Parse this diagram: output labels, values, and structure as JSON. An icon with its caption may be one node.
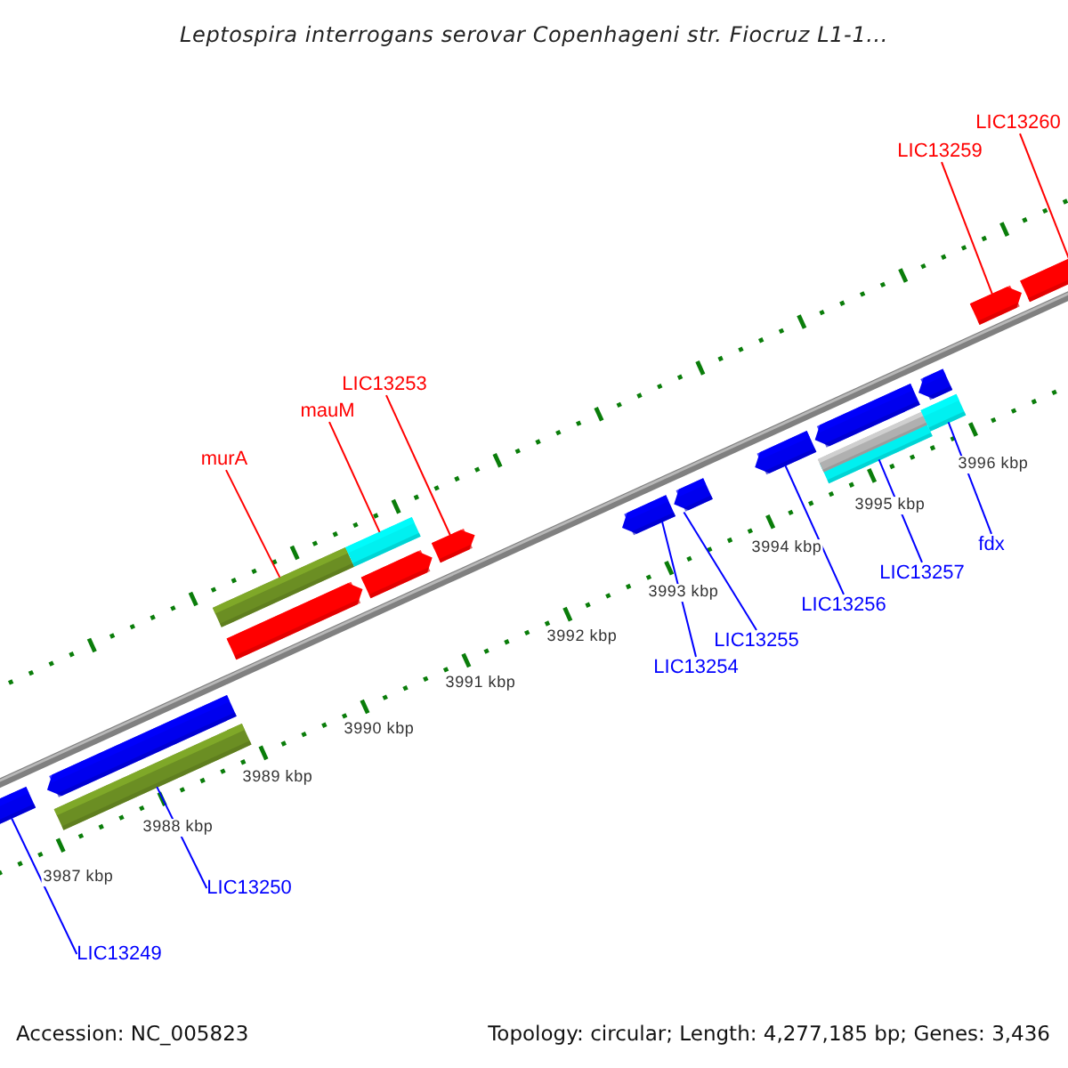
{
  "diagram": {
    "title": "Leptospira interrogans serovar Copenhageni str. Fiocruz L1-1...",
    "nodes": [
      {
        "text": [
          "LIC13260"
        ]
      },
      {
        "text": [
          "LIC13259"
        ]
      },
      {
        "text": [
          "LIC13253"
        ]
      },
      {
        "text": [
          "mauM"
        ]
      },
      {
        "text": [
          "murA"
        ]
      },
      {
        "text": [
          "fdx"
        ]
      },
      {
        "text": [
          "LIC13257"
        ]
      },
      {
        "text": [
          "LIC13256"
        ]
      },
      {
        "text": [
          "LIC13255"
        ]
      },
      {
        "text": [
          "LIC13254"
        ]
      },
      {
        "text": [
          "LIC13250"
        ]
      },
      {
        "text": [
          "LIC13249"
        ]
      },
      {
        "text": [],
        "shape": "bar"
      },
      {
        "text": [],
        "shape": "bar"
      },
      {
        "text": [],
        "shape": "bar"
      },
      {
        "text": [],
        "shape": "bar"
      },
      {
        "text": [],
        "shape": "bar"
      },
      {
        "text": [],
        "shape": "bar"
      },
      {
        "text": [],
        "shape": "bar"
      },
      {
        "text": [],
        "shape": "bar"
      },
      {
        "text": [],
        "shape": "bar"
      },
      {
        "text": [],
        "shape": "bar"
      },
      {
        "text": [],
        "shape": "bar"
      },
      {
        "text": [],
        "shape": "bar"
      },
      {
        "text": [],
        "shape": "bar"
      },
      {
        "text": [],
        "shape": "bar"
      },
      {
        "text": [],
        "shape": "bar"
      },
      {
        "text": [],
        "shape": "bar"
      },
      {
        "text": [],
        "shape": "bar"
      },
      {
        "text": [],
        "shape": "bar"
      }
    ],
    "edges": [
      {
        "from": 0,
        "to": 29,
        "arrow": "none",
        "color": "#ff0000"
      },
      {
        "from": 1,
        "to": 28,
        "arrow": "none",
        "color": "#ff0000"
      },
      {
        "from": 2,
        "to": 19,
        "arrow": "none",
        "color": "#ff0000"
      },
      {
        "from": 3,
        "to": 18,
        "arrow": "none",
        "color": "#ff0000"
      },
      {
        "from": 4,
        "to": 15,
        "arrow": "none",
        "color": "#ff0000"
      },
      {
        "from": 5,
        "to": 26,
        "arrow": "none"
      },
      {
        "from": 6,
        "to": 24,
        "arrow": "none"
      },
      {
        "from": 7,
        "to": 22,
        "arrow": "none"
      },
      {
        "from": 8,
        "to": 21,
        "arrow": "none"
      },
      {
        "from": 9,
        "to": 20,
        "arrow": "none"
      },
      {
        "from": 10,
        "to": 14,
        "arrow": "none"
      },
      {
        "from": 11,
        "to": 12,
        "arrow": "none"
      }
    ],
    "labels": [
      "3996 kbp",
      "3995 kbp",
      "3994 kbp",
      "3993 kbp",
      "3992 kbp",
      "3991 kbp",
      "3990 kbp",
      "3989 kbp",
      "3988 kbp",
      "3987 kbp",
      "Accession: NC_005823",
      "Topology: circular; Length: 4,277,185 bp; Genes: 3,436"
    ]
  }
}
